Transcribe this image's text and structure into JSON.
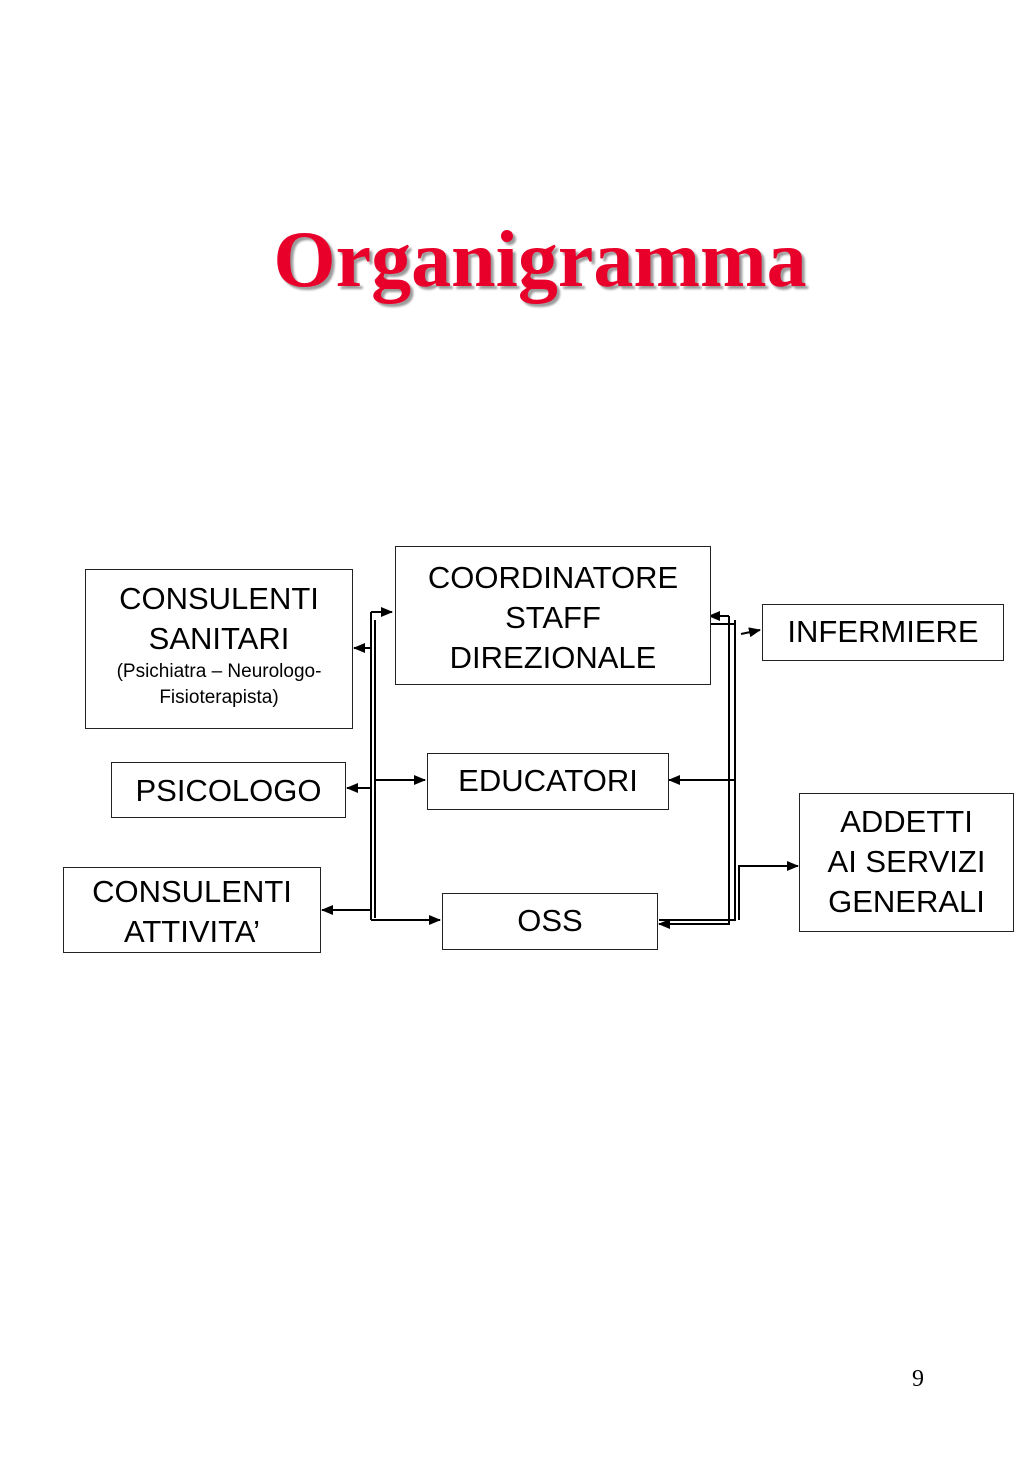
{
  "title": "Organigramma",
  "colors": {
    "title": "#e8002a",
    "line": "#000000"
  },
  "boxes": {
    "coordinatore": {
      "lines": [
        "COORDINATORE",
        "STAFF",
        "DIREZIONALE"
      ]
    },
    "consulenti_sanitari": {
      "lines": [
        "CONSULENTI",
        "SANITARI"
      ],
      "detail": [
        "(Psichiatra – Neurologo-",
        "Fisioterapista)"
      ]
    },
    "psicologo": {
      "lines": [
        "PSICOLOGO"
      ]
    },
    "consulenti_attivita": {
      "lines": [
        "CONSULENTI",
        "ATTIVITA’"
      ]
    },
    "educatori": {
      "lines": [
        "EDUCATORI"
      ]
    },
    "oss": {
      "lines": [
        "OSS"
      ]
    },
    "infermiere": {
      "lines": [
        "INFERMIERE"
      ]
    },
    "addetti": {
      "lines": [
        "ADDETTI",
        "AI SERVIZI",
        "GENERALI"
      ]
    }
  },
  "page_number": "9"
}
